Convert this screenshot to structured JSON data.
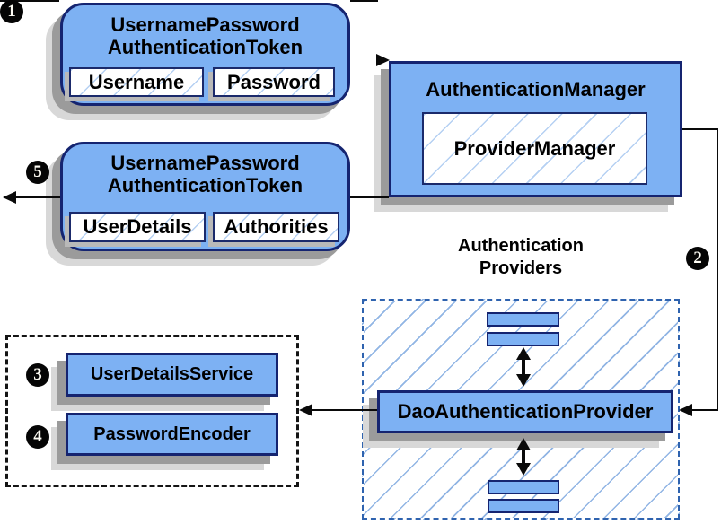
{
  "steps": [
    "1",
    "2",
    "3",
    "4",
    "5"
  ],
  "request_token": {
    "title_line1": "UsernamePassword",
    "title_line2": "AuthenticationToken",
    "field1": "Username",
    "field2": "Password"
  },
  "response_token": {
    "title_line1": "UsernamePassword",
    "title_line2": "AuthenticationToken",
    "field1": "UserDetails",
    "field2": "Authorities"
  },
  "authentication_manager": {
    "title": "AuthenticationManager",
    "provider_manager": "ProviderManager"
  },
  "authentication_providers": {
    "heading_line1": "Authentication",
    "heading_line2": "Providers",
    "dao_provider": "DaoAuthenticationProvider"
  },
  "collaborators": {
    "user_details_service": "UserDetailsService",
    "password_encoder": "PasswordEncoder"
  },
  "colors": {
    "box_fill": "#7db1f3",
    "box_border": "#152470",
    "hatch_line": "#568dd6",
    "dashed_blue_border": "#2f63af",
    "dashed_black_border": "#141414",
    "shadow_dark": "#9b9b9b",
    "shadow_light": "#d8d8d8",
    "arrow_black": "#0a0a0a"
  }
}
